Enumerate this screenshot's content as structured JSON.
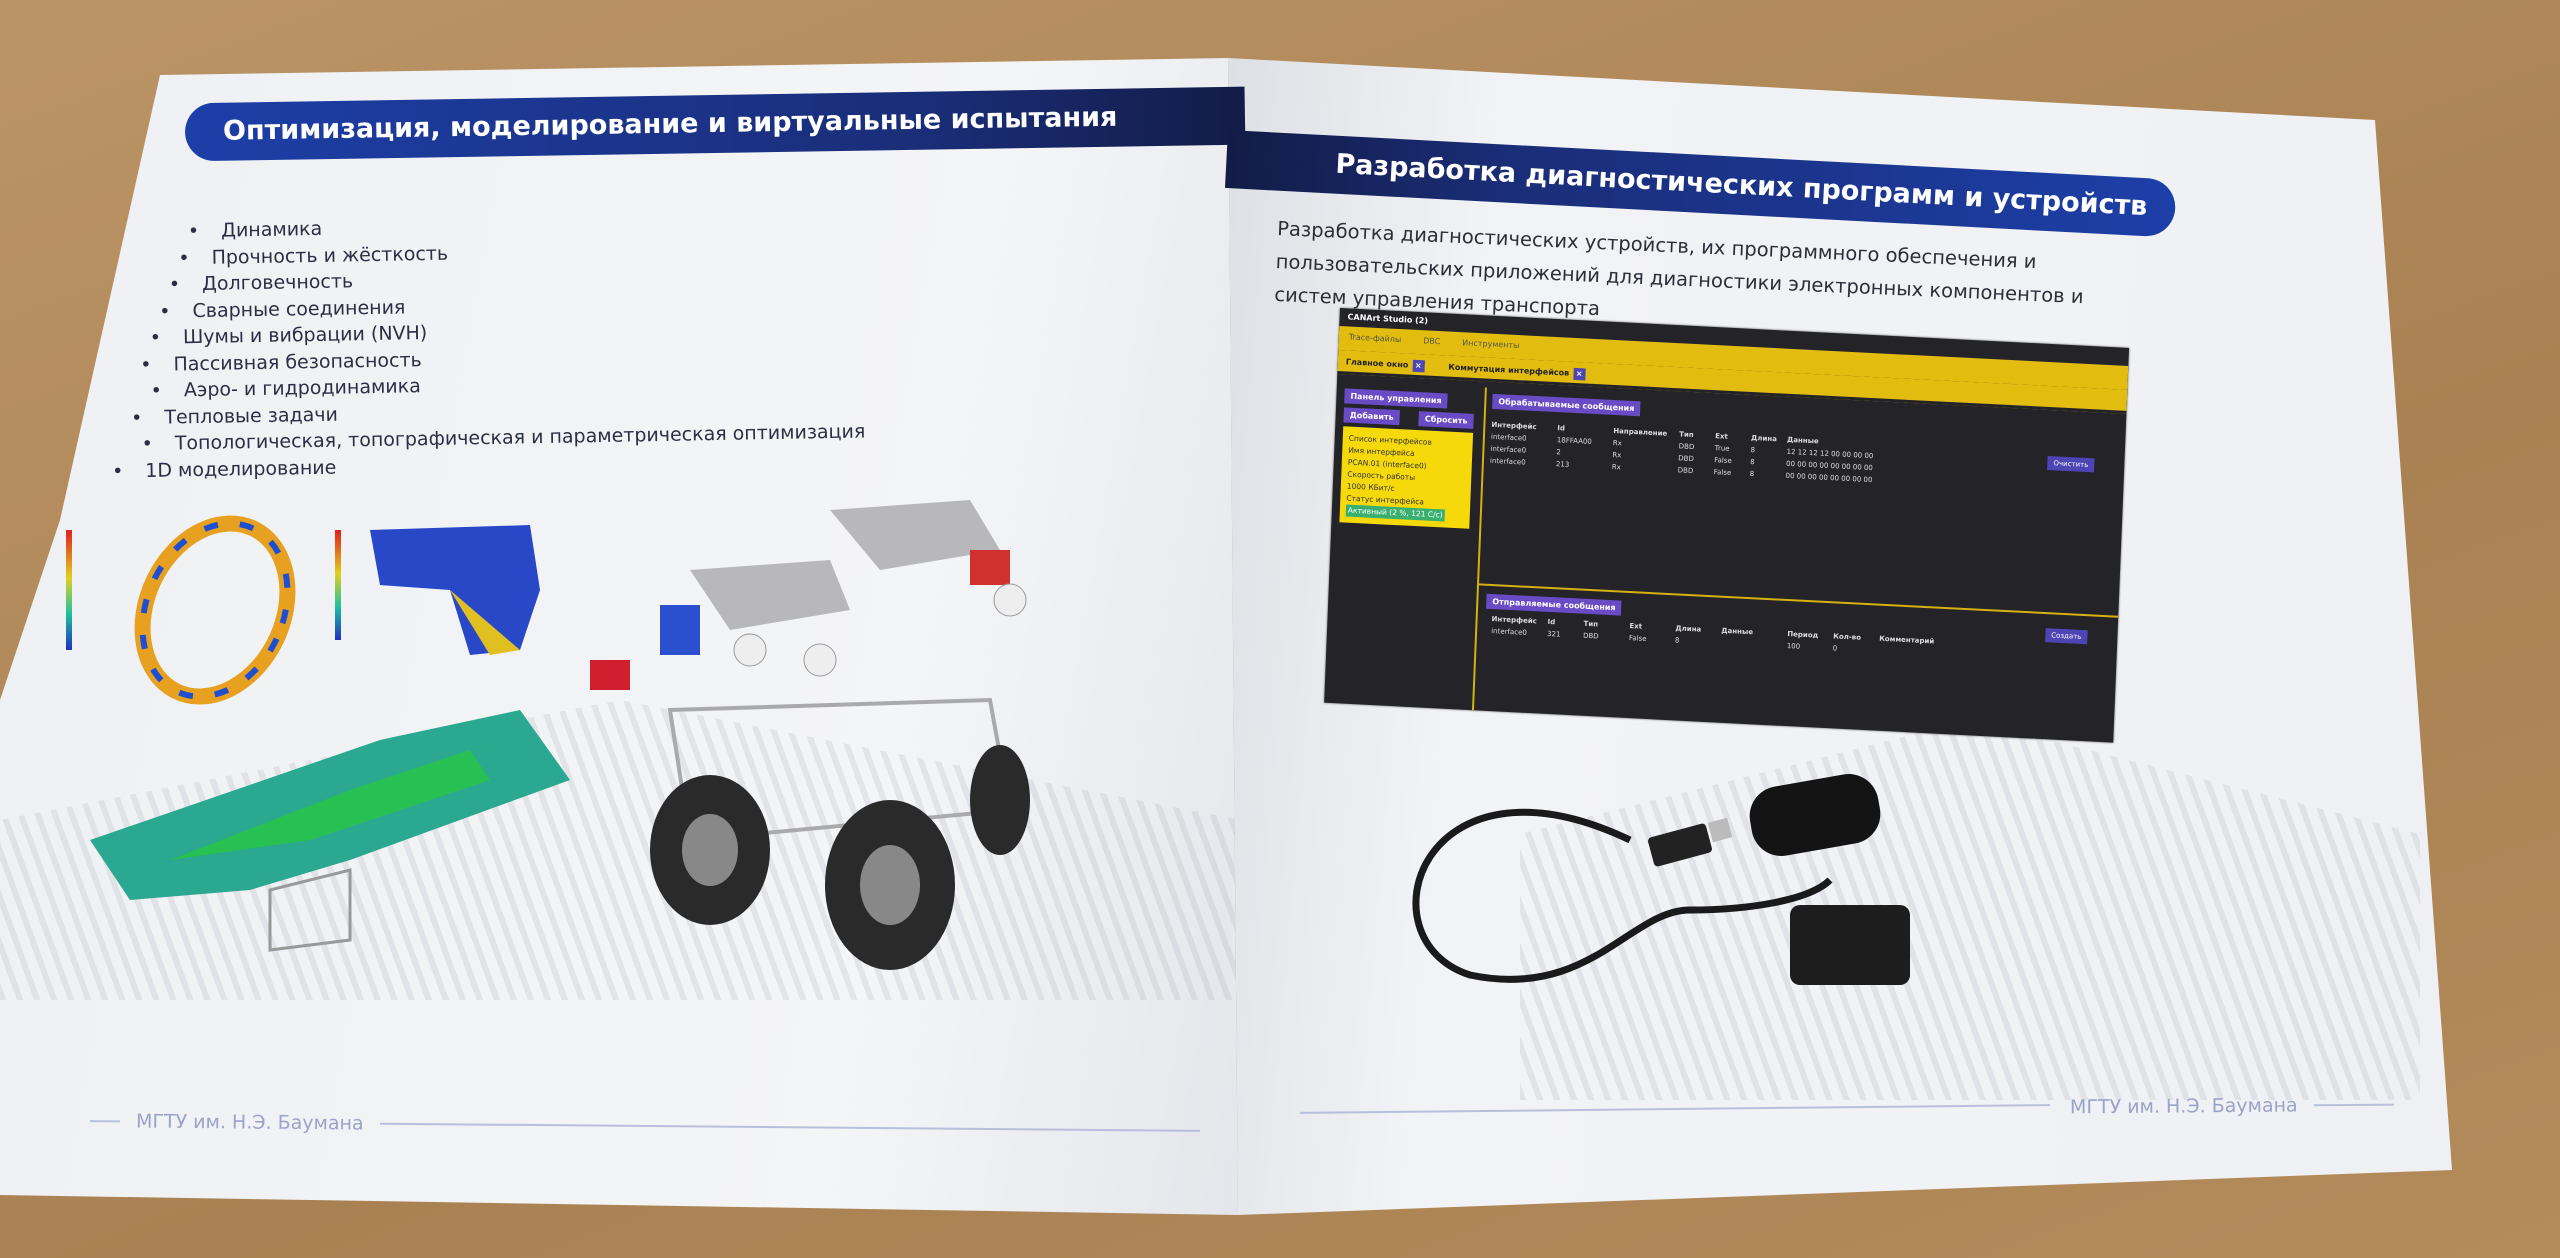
{
  "left_page": {
    "header": "Оптимизация, моделирование и виртуальные испытания",
    "items": [
      "Динамика",
      "Прочность и жёсткость",
      "Долговечность",
      "Сварные соединения",
      "Шумы и вибрации (NVH)",
      "Пассивная безопасность",
      "Аэро- и гидродинамика",
      "Тепловые задачи",
      "Топологическая, топографическая и параметрическая оптимизация",
      "1D моделирование"
    ],
    "footer": "МГТУ им. Н.Э. Баумана"
  },
  "right_page": {
    "header": "Разработка диагностических программ и устройств",
    "intro": "Разработка диагностических устройств, их программного обеспечения и пользовательских приложений для диагностики электронных компонентов и систем управления транспорта",
    "footer": "МГТУ им. Н.Э. Баумана",
    "app": {
      "title": "CANArt Studio (2)",
      "menu": [
        "Trace-файлы",
        "DBC",
        "Инструменты"
      ],
      "tabs": [
        "Главное окно",
        "Коммутация интерфейсов"
      ],
      "panel_title": "Панель управления",
      "add": "Добавить",
      "reset": "Сбросить",
      "iface_list": "Список интерфейсов",
      "iface_name_label": "Имя интерфейса",
      "iface_name": "PCAN.01 (interface0)",
      "speed_label": "Скорость работы",
      "speed": "1000 КБит/с",
      "status_label": "Статус интерфейса",
      "status": "Активный (2 %, 121 С/с)",
      "processed_title": "Обрабатываемые сообщения",
      "clear": "Очистить",
      "columns": [
        "Интерфейс",
        "Id",
        "Направление",
        "Тип",
        "Ext",
        "Длина",
        "Данные"
      ],
      "rows": [
        [
          "interface0",
          "18FFAA00",
          "Rx",
          "DBD",
          "True",
          "8",
          "12 12 12 12 00 00 00 00"
        ],
        [
          "interface0",
          "2",
          "Rx",
          "DBD",
          "False",
          "8",
          "00 00 00 00 00 00 00 00"
        ],
        [
          "interface0",
          "213",
          "Rx",
          "DBD",
          "False",
          "8",
          "00 00 00 00 00 00 00 00"
        ]
      ],
      "sent_title": "Отправляемые сообщения",
      "send": "Создать",
      "sent_columns": [
        "Интерфейс",
        "Id",
        "Тип",
        "Ext",
        "Длина",
        "Данные",
        "Период",
        "Кол-во",
        "Комментарий"
      ],
      "sent_row": [
        "interface0",
        "321",
        "DBD",
        "False",
        "8",
        "",
        "100",
        "0",
        ""
      ]
    }
  }
}
